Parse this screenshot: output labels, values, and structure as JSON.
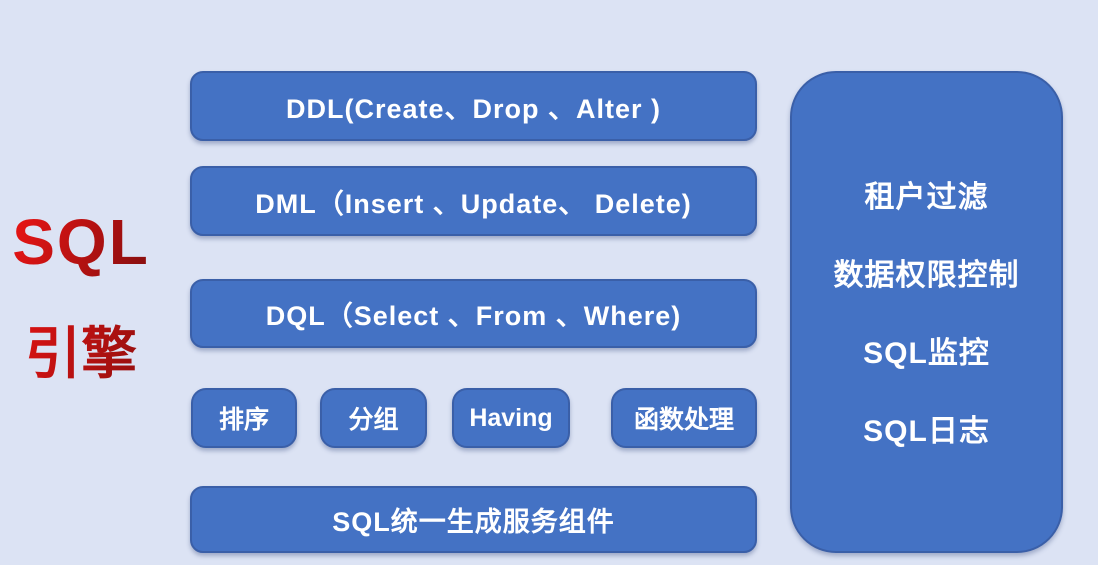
{
  "colors": {
    "background": "#dce3f4",
    "box_fill": "#4472c4",
    "box_border": "#3a5fa8",
    "box_text": "#ffffff",
    "title_red": "#c00000"
  },
  "title": {
    "line1": "SQL",
    "line2": "引擎"
  },
  "pipeline_boxes": [
    {
      "label": "DDL(Create、Drop 、Alter )"
    },
    {
      "label": "DML（Insert 、Update、 Delete)"
    },
    {
      "label": "DQL（Select 、From 、Where)"
    }
  ],
  "clause_boxes": [
    {
      "label": "排序"
    },
    {
      "label": "分组"
    },
    {
      "label": "Having"
    },
    {
      "label": "函数处理"
    }
  ],
  "bottom_box": {
    "label": "SQL统一生成服务组件"
  },
  "side_panel": {
    "items": [
      {
        "label": "租户过滤"
      },
      {
        "label": "数据权限控制"
      },
      {
        "label": "SQL监控"
      },
      {
        "label": "SQL日志"
      }
    ]
  }
}
